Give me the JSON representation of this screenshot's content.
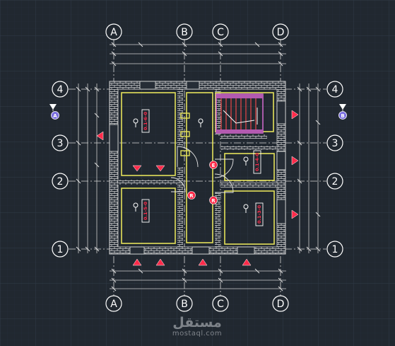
{
  "grid_columns": [
    "A",
    "B",
    "C",
    "D"
  ],
  "grid_rows": [
    "4",
    "3",
    "2",
    "1"
  ],
  "rooms": [
    {
      "id": "room-top-left",
      "tag": "0.1-6-0"
    },
    {
      "id": "room-bottom-left",
      "tag": "0.1-5-0"
    },
    {
      "id": "room-middle-right",
      "tag": "0.1-4-0"
    },
    {
      "id": "room-bottom-right",
      "tag": "0.1-3-0"
    }
  ],
  "markers": [
    "E",
    "R",
    "R"
  ],
  "elevation_markers": [
    "A",
    "B"
  ],
  "watermark": {
    "arabic": "مستقل",
    "latin": "mostaql.com"
  },
  "colors": {
    "background": "#212830",
    "grid": "#2f3846",
    "wall": "#c8c8c8",
    "room_outline": "#e4e15a",
    "annotation_red": "#ff2b4a",
    "stair": "#d56bd0",
    "axis_line": "#d8d8d8"
  }
}
